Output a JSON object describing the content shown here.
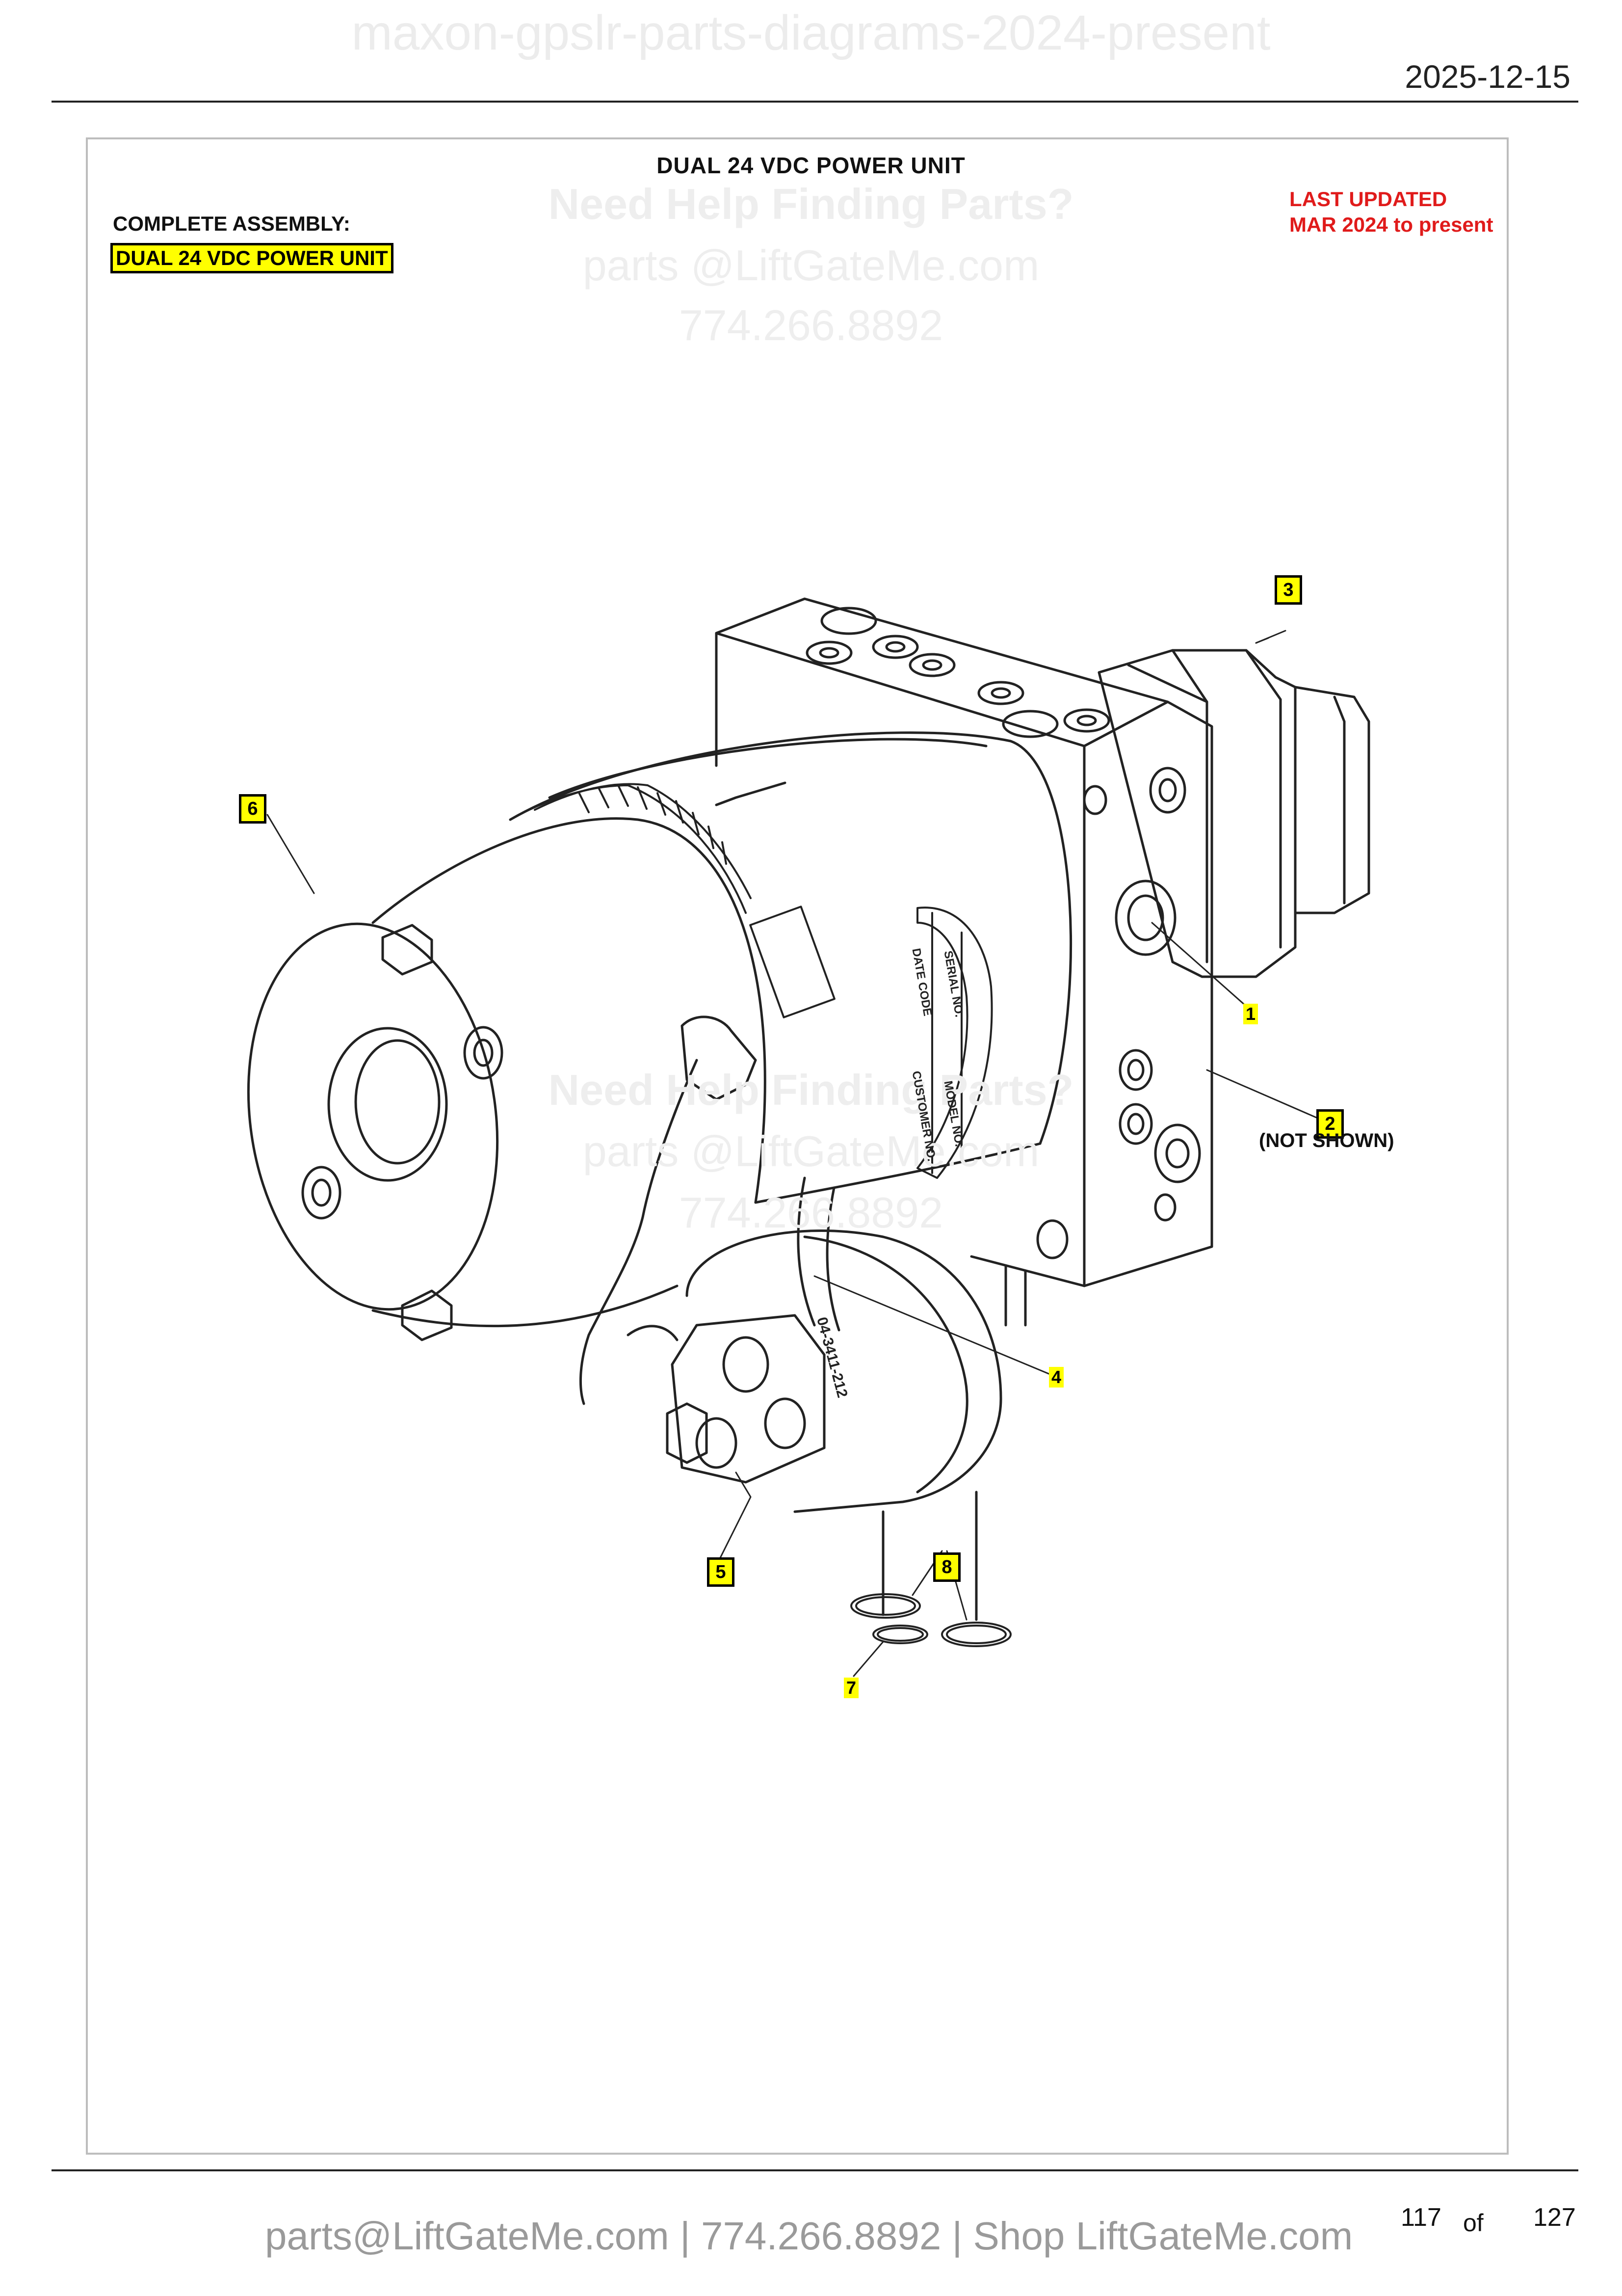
{
  "header": {
    "doc_watermark": "maxon-gpslr-parts-diagrams-2024-present",
    "date": "2025-12-15"
  },
  "diagram": {
    "title": "DUAL 24 VDC POWER UNIT",
    "complete_assembly_label": "COMPLETE ASSEMBLY:",
    "complete_assembly_name": "DUAL 24 VDC POWER UNIT",
    "last_updated_line1": "LAST UPDATED",
    "last_updated_line2": "MAR 2024 to present",
    "not_shown_note": "(NOT SHOWN)",
    "callouts": [
      "1",
      "2",
      "3",
      "4",
      "5",
      "6",
      "7",
      "8"
    ],
    "label_plate": [
      "DATE CODE",
      "SERIAL NO.",
      "CUSTOMER NO.",
      "MODEL NO."
    ],
    "motor_text": "04-3411-212",
    "colors": {
      "highlight": "#ffff00",
      "updated": "#e01b1b",
      "watermark": "#eeeeee"
    }
  },
  "watermark": {
    "help": "Need Help Finding Parts?",
    "email": "parts @LiftGateMe.com",
    "phone": "774.266.8892"
  },
  "footer": {
    "contact": "parts@LiftGateMe.com | 774.266.8892 | Shop LiftGateMe.com",
    "page_current": "117",
    "page_of": "of",
    "page_total": "127"
  }
}
